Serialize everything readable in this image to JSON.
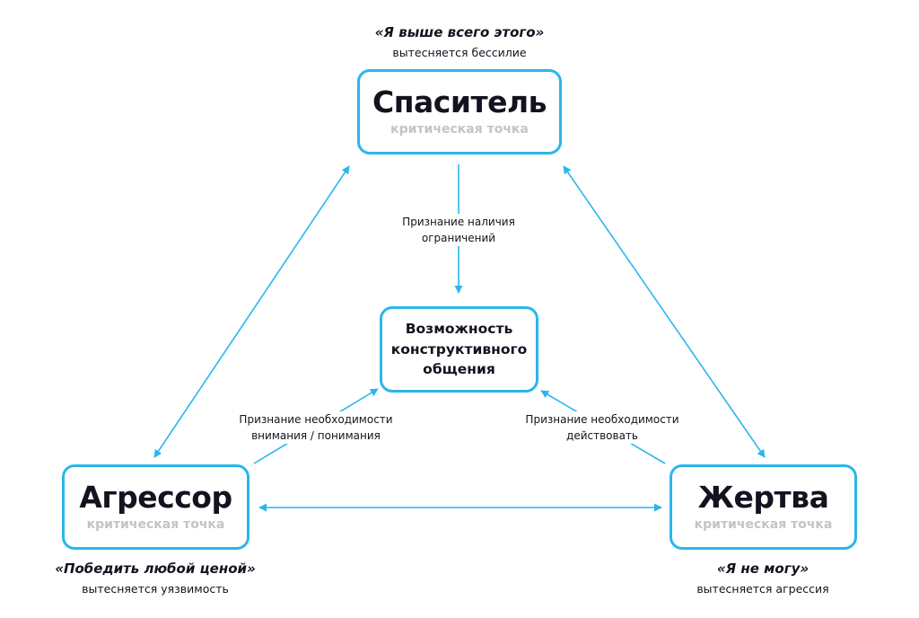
{
  "colors": {
    "accent": "#29b6ec",
    "text": "#15121f",
    "muted": "#c4c4c4"
  },
  "nodes": {
    "rescuer": {
      "title": "Спаситель",
      "subtitle": "критическая точка",
      "quote": "«Я выше всего этого»",
      "note": "вытесняется бессилие"
    },
    "aggressor": {
      "title": "Агрессор",
      "subtitle": "критическая точка",
      "quote": "«Победить любой ценой»",
      "note": "вытесняется уязвимость"
    },
    "victim": {
      "title": "Жертва",
      "subtitle": "критическая точка",
      "quote": "«Я не могу»",
      "note": "вытесняется агрессия"
    },
    "center": {
      "line1": "Возможность",
      "line2": "конструктивного",
      "line3": "общения"
    }
  },
  "edges": {
    "rescuer_to_center": {
      "line1": "Признание наличия",
      "line2": "ограничений"
    },
    "aggressor_to_center": {
      "line1": "Признание необходимости",
      "line2": "внимания / понимания"
    },
    "victim_to_center": {
      "line1": "Признание необходимости",
      "line2": "действовать"
    }
  }
}
